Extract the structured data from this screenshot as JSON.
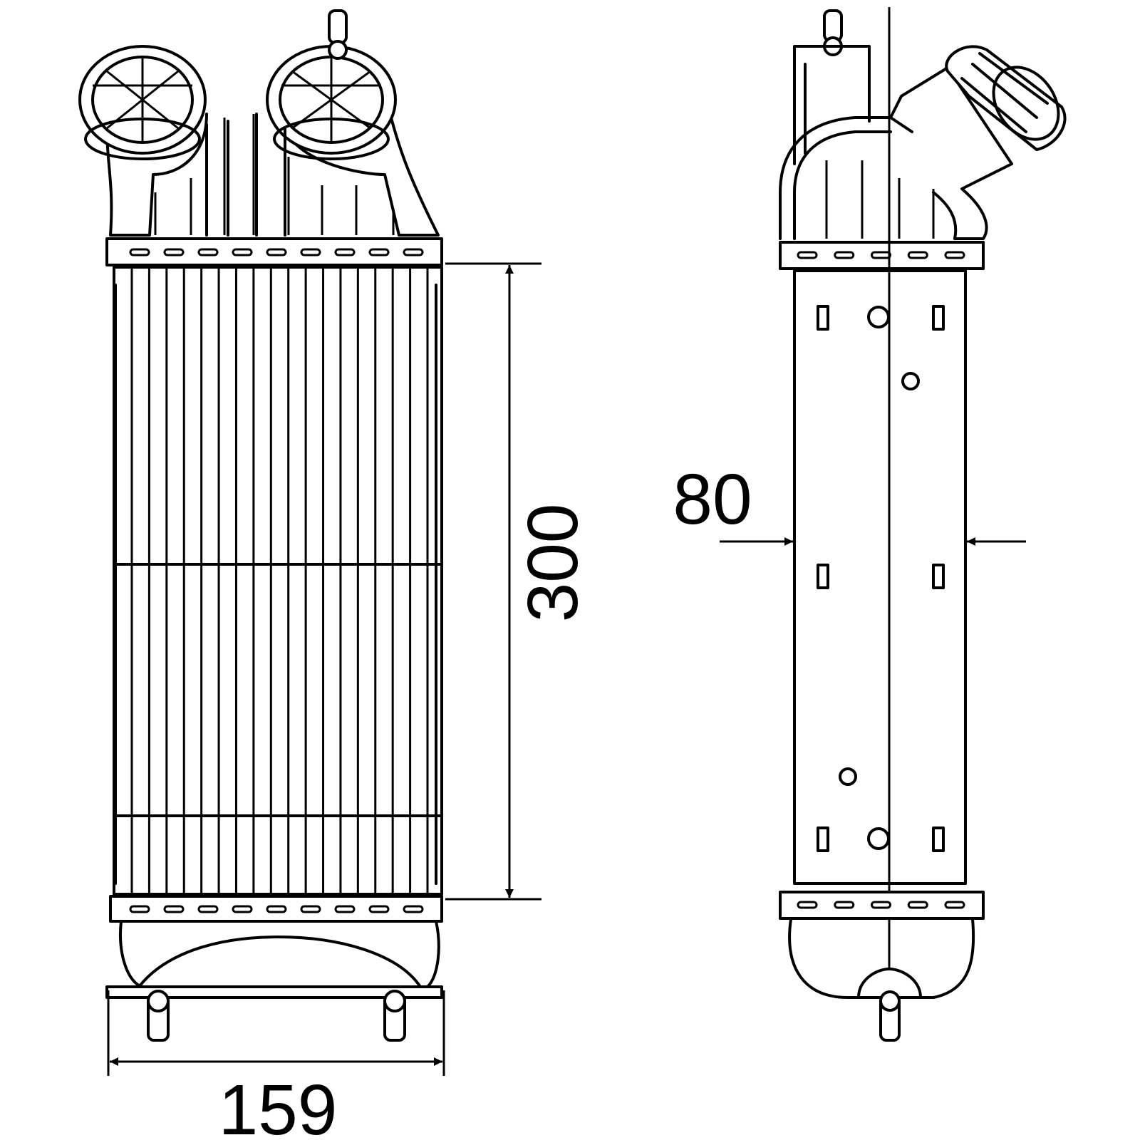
{
  "drawing": {
    "dimensions": {
      "width_value": "159",
      "height_value": "300",
      "depth_value": "80"
    },
    "front_view": {
      "tube_count": 18,
      "header_slot_count": 9
    },
    "side_view": {
      "header_slot_count": 5
    },
    "colors": {
      "line": "#000000",
      "background": "#ffffff"
    }
  }
}
